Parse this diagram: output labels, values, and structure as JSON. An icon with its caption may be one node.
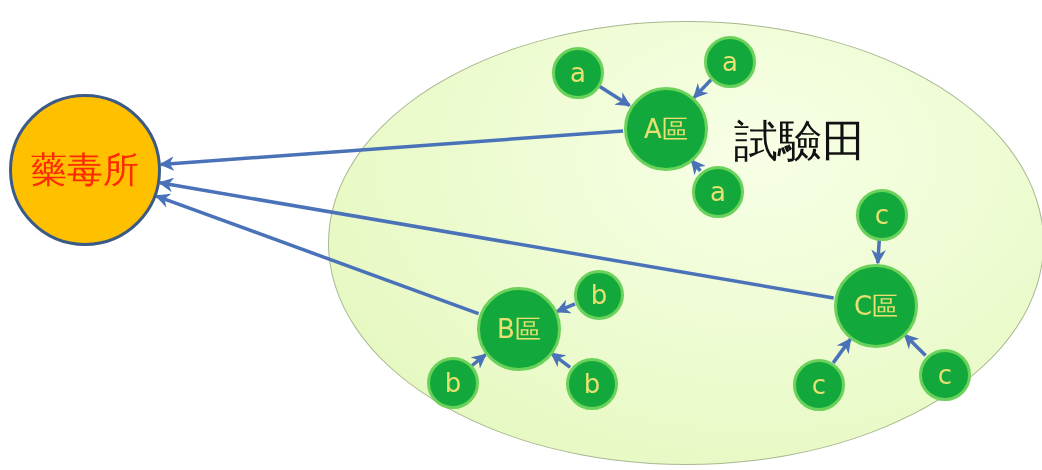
{
  "diagram": {
    "nodes": [
      {
        "text": [
          "藥毒所"
        ]
      },
      {
        "text": [
          "試驗田"
        ]
      },
      {
        "text": [
          "A區"
        ],
        "in": 1
      },
      {
        "text": [
          "a"
        ],
        "in": 1
      },
      {
        "text": [
          "a"
        ],
        "in": 1
      },
      {
        "text": [
          "a"
        ],
        "in": 1
      },
      {
        "text": [
          "B區"
        ],
        "in": 1
      },
      {
        "text": [
          "b"
        ],
        "in": 1
      },
      {
        "text": [
          "b"
        ],
        "in": 1
      },
      {
        "text": [
          "b"
        ],
        "in": 1
      },
      {
        "text": [
          "C區"
        ],
        "in": 1
      },
      {
        "text": [
          "c"
        ],
        "in": 1
      },
      {
        "text": [
          "c"
        ],
        "in": 1
      },
      {
        "text": [
          "c"
        ],
        "in": 1
      }
    ],
    "edges": [
      {
        "from": 2,
        "to": 0,
        "arrow": "to"
      },
      {
        "from": 6,
        "to": 0,
        "arrow": "to"
      },
      {
        "from": 10,
        "to": 0,
        "arrow": "to"
      },
      {
        "from": 3,
        "to": 2,
        "arrow": "to"
      },
      {
        "from": 4,
        "to": 2,
        "arrow": "to"
      },
      {
        "from": 5,
        "to": 2,
        "arrow": "to"
      },
      {
        "from": 7,
        "to": 6,
        "arrow": "to"
      },
      {
        "from": 8,
        "to": 6,
        "arrow": "to"
      },
      {
        "from": 9,
        "to": 6,
        "arrow": "to"
      },
      {
        "from": 11,
        "to": 10,
        "arrow": "to"
      },
      {
        "from": 12,
        "to": 10,
        "arrow": "to"
      },
      {
        "from": 13,
        "to": 10,
        "arrow": "to"
      }
    ]
  }
}
